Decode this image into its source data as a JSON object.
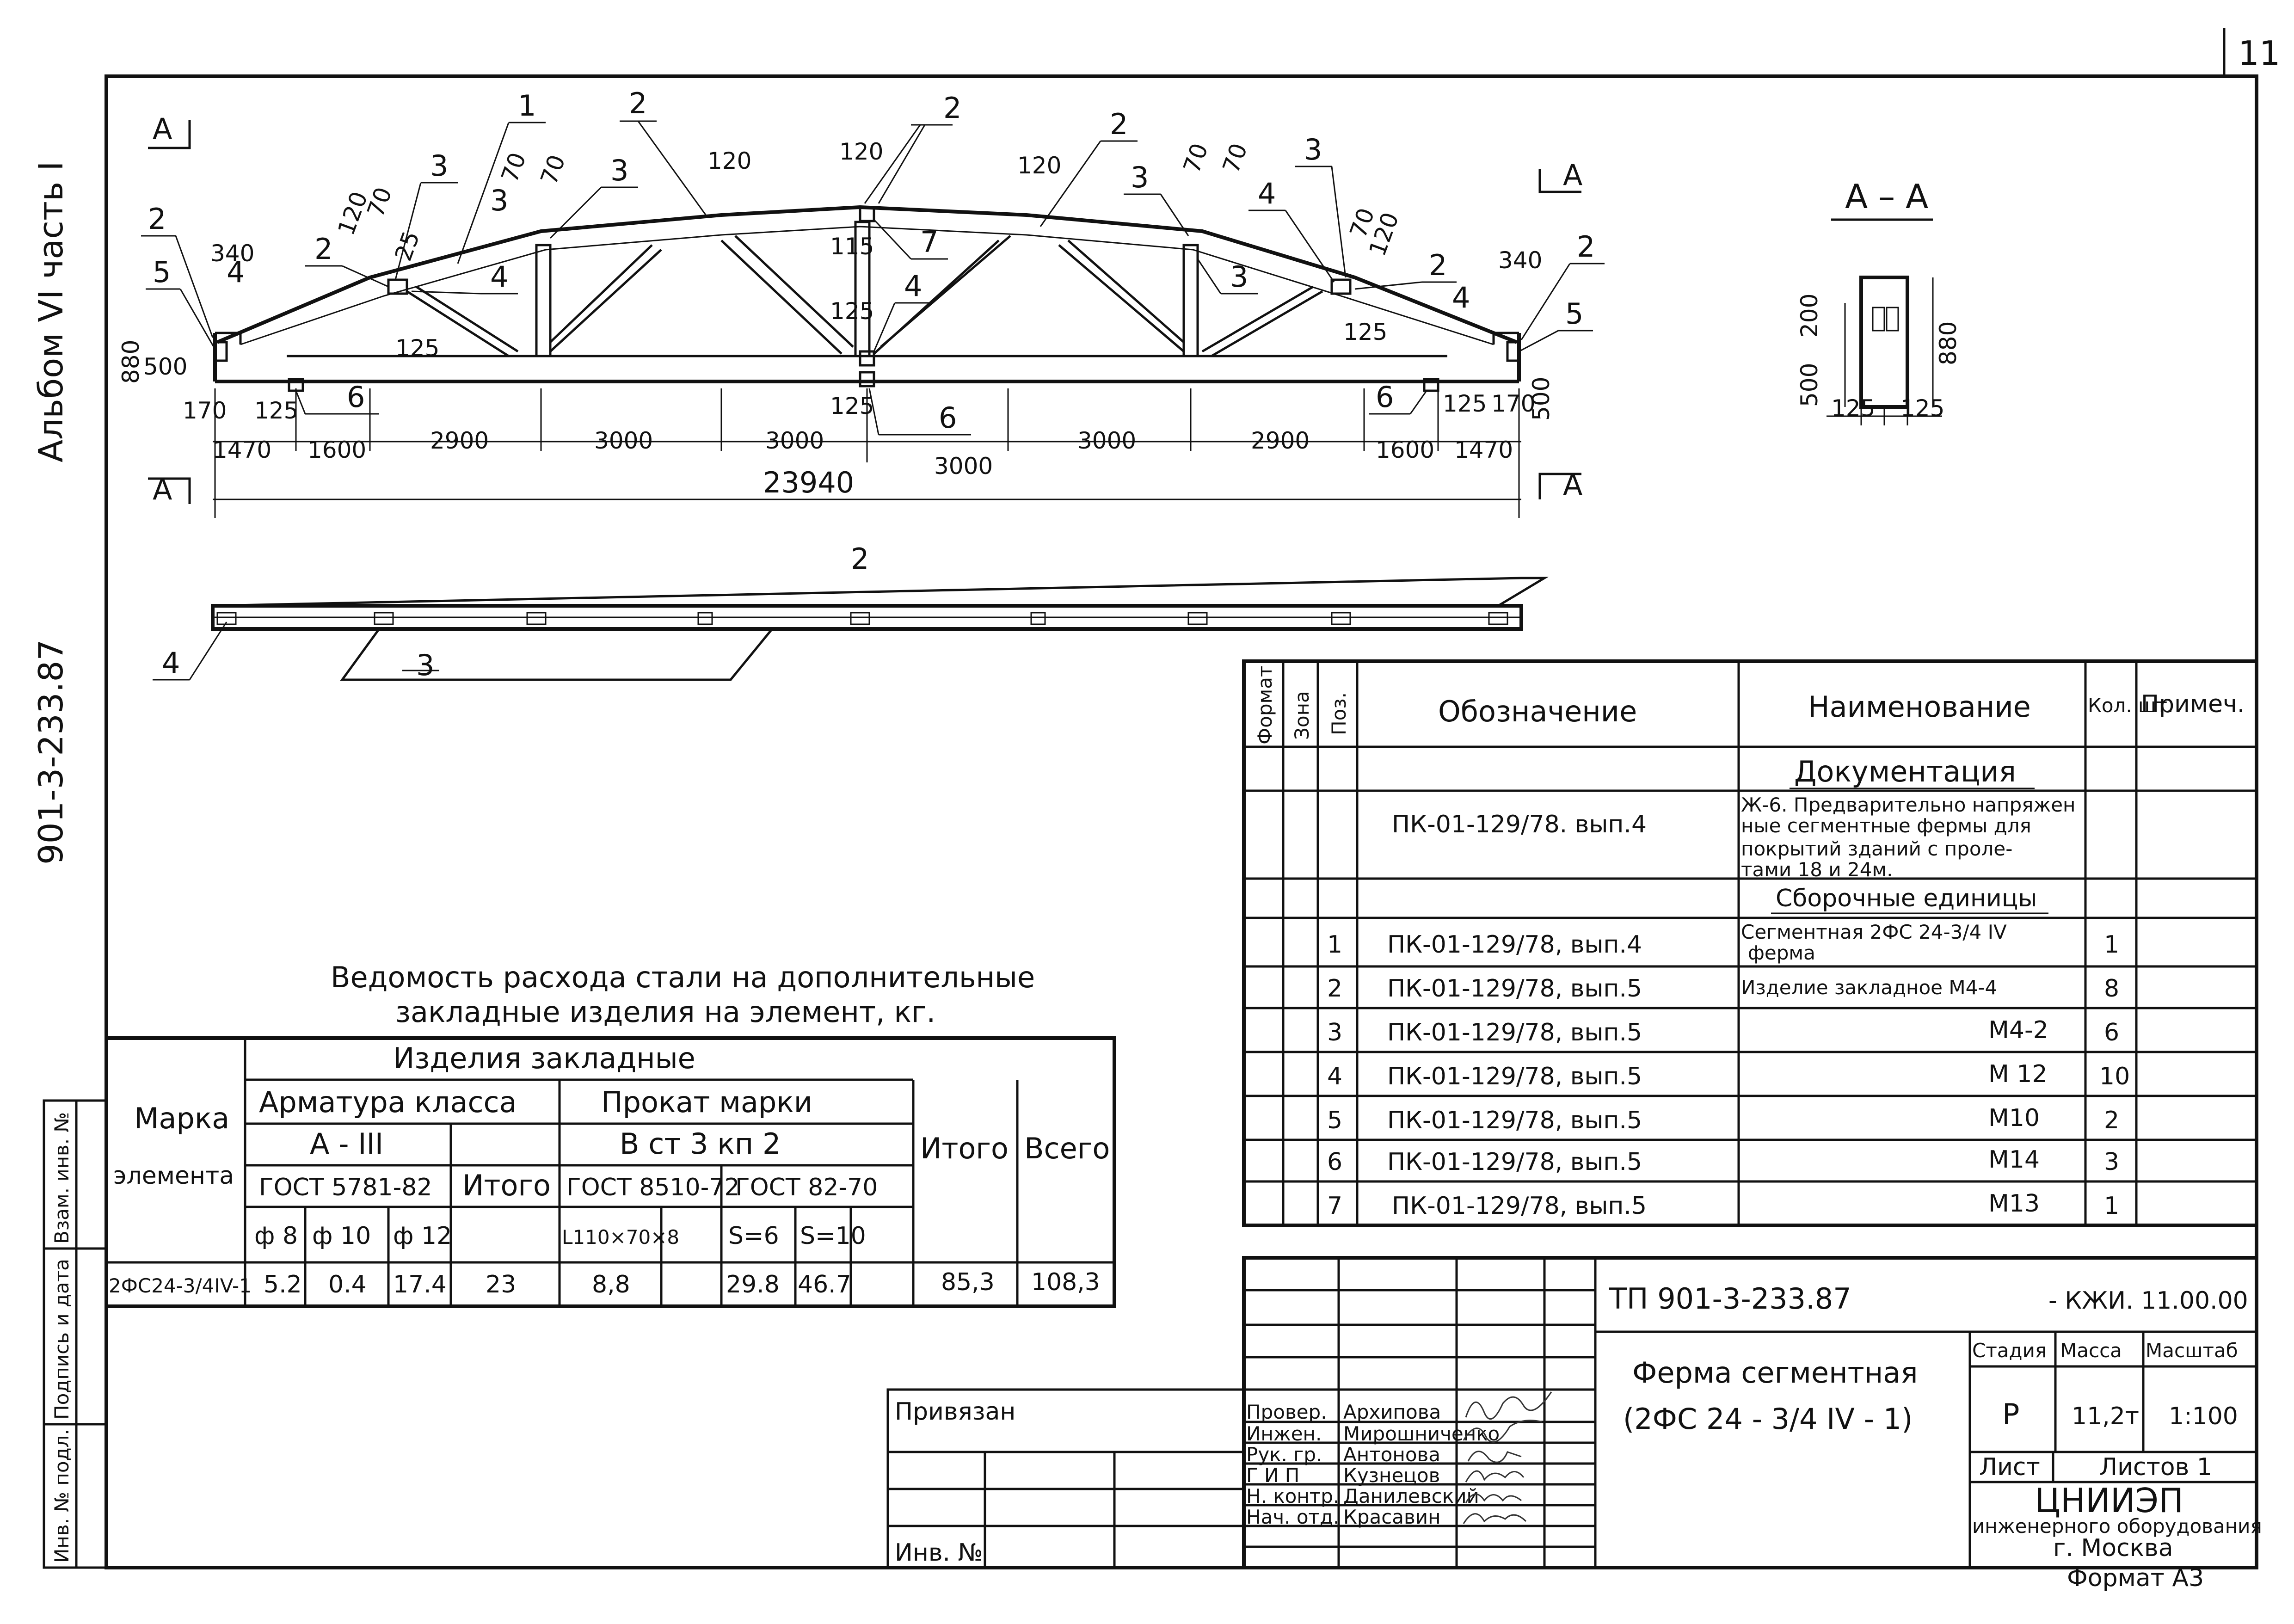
{
  "sheet": {
    "page_number": "11",
    "album": "Альбом VI  часть I",
    "series": "901-3-233.87",
    "format": "Формат А3"
  },
  "drawing": {
    "section_marker": "А",
    "section_title": "А – А",
    "labels": {
      "p1": "1",
      "p2": "2",
      "p3": "3",
      "p4": "4",
      "p5": "5",
      "p6": "6",
      "p7": "7"
    },
    "dims_top": {
      "d120": "120",
      "d70": "70",
      "d340": "340",
      "d25": "25",
      "d125": "125",
      "d115": "115",
      "d880": "880",
      "d500": "500",
      "d170": "170"
    },
    "dims_bottom": [
      "1470",
      "1600",
      "2900",
      "3000",
      "3000",
      "3000",
      "2900",
      "1600",
      "1470"
    ],
    "dim_3000_center": "3000",
    "overall_length": "23940",
    "section_dims": {
      "d500": "500",
      "d200": "200",
      "d880": "880",
      "d125a": "125",
      "d125b": "125"
    }
  },
  "steel_table": {
    "title_line1": "Ведомость расхода стали на дополнительные",
    "title_line2": "закладные изделия на элемент, кг.",
    "h_mark": "Марка",
    "h_element": "элемента",
    "h_items": "Изделия     закладные",
    "h_rebar": "Арматура класса",
    "h_rebar_class": "А - III",
    "h_gost_rebar": "ГОСТ 5781-82",
    "h_d8": "ф 8",
    "h_d10": "ф 10",
    "h_d12": "ф 12",
    "h_total": "Итого",
    "h_rolled": "Прокат марки",
    "h_steel": "В ст 3 кп 2",
    "h_gost_angle": "ГОСТ 8510-72",
    "h_gost_plate": "ГОСТ 82-70",
    "h_angle": "L110×70×8",
    "h_s6": "S=6",
    "h_s10": "S=10",
    "h_total2": "Итого",
    "h_grand": "Всего",
    "row": {
      "mark": "2ФС24-3/4IV-1",
      "d8": "5.2",
      "d10": "0.4",
      "d12": "17.4",
      "total": "23",
      "angle": "8,8",
      "s6": "29.8",
      "s10": "46.7",
      "total2": "85,3",
      "grand": "108,3"
    }
  },
  "spec_table": {
    "h_format": "Формат",
    "h_zone": "Зона",
    "h_pos": "Поз.",
    "h_designation": "Обозначение",
    "h_name": "Наименование",
    "h_qty": "Кол. шт.",
    "h_note": "Примеч.",
    "section_docs": "Документация",
    "doc_designation": "ПК-01-129/78. вып.4",
    "doc_name_1": "Ж-6. Предварительно напряжен",
    "doc_name_2": "ные сегментные фермы для",
    "doc_name_3": "покрытий зданий с проле-",
    "doc_name_4": "тами 18 и 24м.",
    "section_units": "Сборочные единицы",
    "rows": [
      {
        "pos": "1",
        "designation": "ПК-01-129/78, вып.4",
        "name": "Сегментная  2ФС 24-3/4 IV",
        "name2": "ферма",
        "qty": "1"
      },
      {
        "pos": "2",
        "designation": "ПК-01-129/78, вып.5",
        "name": "Изделие закладное  М4-4",
        "name2": "",
        "qty": "8"
      },
      {
        "pos": "3",
        "designation": "ПК-01-129/78, вып.5",
        "name": "М4-2",
        "name2": "",
        "qty": "6"
      },
      {
        "pos": "4",
        "designation": "ПК-01-129/78, вып.5",
        "name": "М 12",
        "name2": "",
        "qty": "10"
      },
      {
        "pos": "5",
        "designation": "ПК-01-129/78, вып.5",
        "name": "М10",
        "name2": "",
        "qty": "2"
      },
      {
        "pos": "6",
        "designation": "ПК-01-129/78, вып.5",
        "name": "М14",
        "name2": "",
        "qty": "3"
      },
      {
        "pos": "7",
        "designation": "ПК-01-129/78, вып.5",
        "name": "М13",
        "name2": "",
        "qty": "1"
      }
    ]
  },
  "title_block": {
    "project": "ТП 901-3-233.87",
    "code": "- КЖИ. 11.00.00",
    "name_1": "Ферма  сегментная",
    "name_2": "(2ФС 24 - 3/4 IV - 1)",
    "h_stage": "Стадия",
    "h_mass": "Масса",
    "h_scale": "Масштаб",
    "stage": "Р",
    "mass": "11,2т",
    "scale": "1:100",
    "sheet_label": "Лист",
    "sheets_label": "Листов 1",
    "org_1": "ЦНИИЭП",
    "org_2": "инженерного оборудования",
    "org_3": "г. Москва",
    "bound": "Привязан",
    "inv": "Инв. №",
    "staff": [
      {
        "role": "Провер.",
        "name": "Архипова"
      },
      {
        "role": "Инжен.",
        "name": "Мирошниченко"
      },
      {
        "role": "Рук. гр.",
        "name": "Антонова"
      },
      {
        "role": "Г И П",
        "name": "Кузнецов"
      },
      {
        "role": "Н. контр.",
        "name": "Данилевский"
      },
      {
        "role": "Нач. отд.",
        "name": "Красавин"
      }
    ]
  },
  "side_stamp": {
    "inv_orig": "Инв. № подл.",
    "sign_date": "Подпись и дата",
    "inv_repl": "Взам. инв. №"
  }
}
